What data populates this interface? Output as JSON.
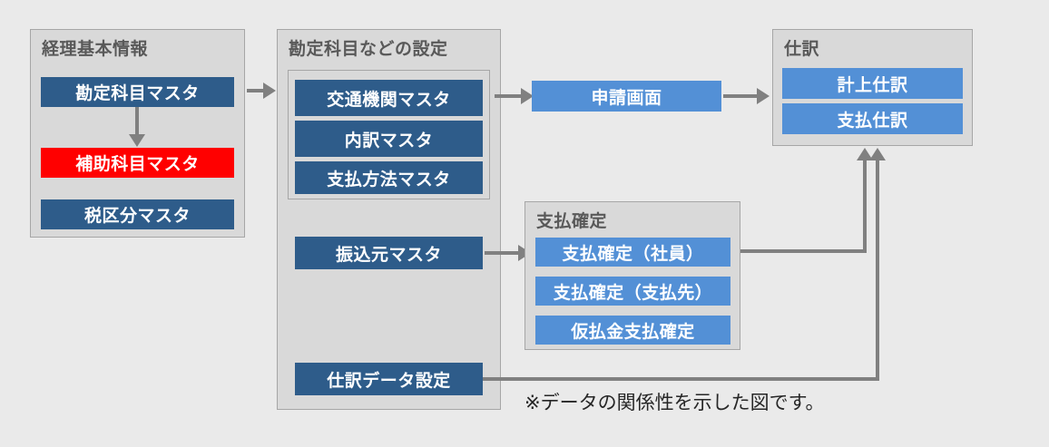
{
  "diagram": {
    "type": "flow-diagram",
    "background_color": "#eaeaea",
    "note": "※データの関係性を示した図です。",
    "palette": {
      "navy": "#2E5C8A",
      "blue": "#5390D6",
      "red": "#FF0000",
      "group_fill": "#d9d9d9",
      "group_border": "#a6a6a6",
      "connector": "#808080",
      "title_text": "#595959"
    }
  },
  "groups": {
    "accounting_basic": {
      "title": "経理基本情報",
      "nodes": [
        {
          "label": "勘定科目マスタ",
          "color": "navy"
        },
        {
          "label": "補助科目マスタ",
          "color": "red"
        },
        {
          "label": "税区分マスタ",
          "color": "navy"
        }
      ]
    },
    "account_settings": {
      "title": "勘定科目などの設定",
      "subgroup_nodes": [
        {
          "label": "交通機関マスタ",
          "color": "navy"
        },
        {
          "label": "内訳マスタ",
          "color": "navy"
        },
        {
          "label": "支払方法マスタ",
          "color": "navy"
        }
      ],
      "nodes": [
        {
          "label": "振込元マスタ",
          "color": "navy"
        },
        {
          "label": "仕訳データ設定",
          "color": "navy"
        }
      ]
    },
    "payment_confirm": {
      "title": "支払確定",
      "nodes": [
        {
          "label": "支払確定（社員）",
          "color": "blue"
        },
        {
          "label": "支払確定（支払先）",
          "color": "blue"
        },
        {
          "label": "仮払金支払確定",
          "color": "blue"
        }
      ]
    },
    "journal": {
      "title": "仕訳",
      "nodes": [
        {
          "label": "計上仕訳",
          "color": "blue"
        },
        {
          "label": "支払仕訳",
          "color": "blue"
        }
      ]
    }
  },
  "standalone_nodes": [
    {
      "label": "申請画面",
      "color": "blue"
    }
  ],
  "connections": [
    {
      "from": "勘定科目マスタ",
      "to": "補助科目マスタ",
      "direction": "down"
    },
    {
      "from": "経理基本情報",
      "to": "勘定科目などの設定",
      "direction": "right"
    },
    {
      "from": "交通機関マスタ",
      "to": "申請画面",
      "direction": "right"
    },
    {
      "from": "申請画面",
      "to": "仕訳",
      "direction": "right"
    },
    {
      "from": "振込元マスタ",
      "to": "支払確定",
      "direction": "right"
    },
    {
      "from": "支払確定（社員）",
      "to": "仕訳",
      "direction": "up"
    },
    {
      "from": "仕訳データ設定",
      "to": "仕訳",
      "direction": "up"
    }
  ]
}
